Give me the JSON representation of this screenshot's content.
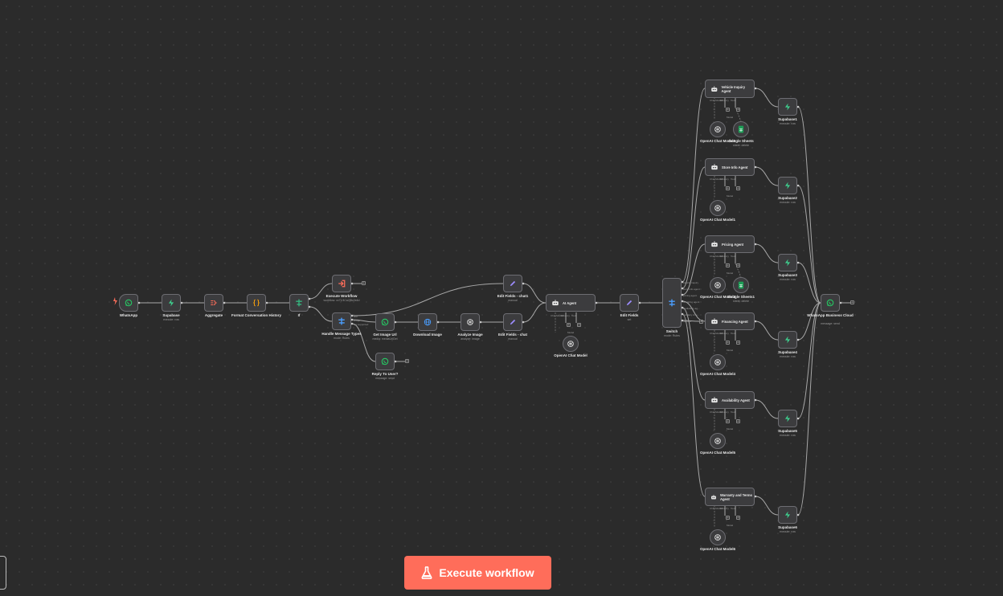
{
  "colors": {
    "background": "#2b2b2b",
    "node_fill": "#3c3c3e",
    "node_border": "#6d6d72",
    "connection": "#a8a8a8",
    "dashed_connection": "#7a7a7a",
    "execute_button": "#ff6d5a",
    "whatsapp_green": "#25d366",
    "supabase_green": "#3ecf8e",
    "aggregate_orange": "#ff6d5a",
    "code_orange": "#f59e0b",
    "switch_green": "#35b37e",
    "switch_blue": "#4a9eff",
    "edit_purple": "#9d8cff",
    "sheets_green": "#1e9e57"
  },
  "toolbar": {
    "execute_label": "Execute workflow",
    "execute_icon": "flask-icon"
  },
  "nodes": {
    "whatsapp": {
      "label": "WhatsApp",
      "icon": "whatsapp-icon"
    },
    "supabase_main": {
      "label": "Supabase",
      "sub": "execute: row",
      "icon": "supabase-icon"
    },
    "aggregate": {
      "label": "Aggregate",
      "icon": "aggregate-icon"
    },
    "format_history": {
      "label": "Format Conversation History",
      "icon": "code-braces-icon"
    },
    "if_node": {
      "label": "If",
      "icon": "if-icon"
    },
    "execute_workflow": {
      "label": "Execute Workflow",
      "sub": "workflow: xx71/4Ca2jBc2e4d",
      "icon": "execute-arrow-icon"
    },
    "handle_message_types": {
      "label": "Handle Message Types",
      "sub": "mode: Rules",
      "icon": "switch-icon",
      "outputs": [
        "text",
        "image",
        "not supported"
      ]
    },
    "get_image_url": {
      "label": "Get Image Url",
      "sub": "media: mediaUrlGet",
      "icon": "whatsapp-icon"
    },
    "reply_to_user": {
      "label": "Reply To User?",
      "sub": "message: send",
      "icon": "whatsapp-icon"
    },
    "download_image": {
      "label": "Download Image",
      "icon": "globe-icon"
    },
    "analyze_image": {
      "label": "Analyze Image",
      "sub": "analyze: image",
      "icon": "openai-icon"
    },
    "edit_fields_1": {
      "label": "Edit Fields - chat1",
      "sub": "manual",
      "icon": "pencil-icon"
    },
    "edit_fields_2": {
      "label": "Edit Fields - chat",
      "sub": "manual",
      "icon": "pencil-icon"
    },
    "ai_agent": {
      "label": "AI Agent",
      "icon": "robot-icon",
      "ports": [
        "Chat Model*",
        "Memory",
        "Tool"
      ]
    },
    "openai_model_main": {
      "label": "OpenAI Chat Model",
      "sub": "",
      "icon": "openai-icon"
    },
    "edit_fields": {
      "label": "Edit Fields",
      "sub": "set",
      "icon": "pencil-icon"
    },
    "switch": {
      "label": "Switch",
      "sub": "mode: Rules",
      "icon": "switch-icon",
      "outputs": [
        "vehicle inquiry",
        "store info agent",
        "pricing agent",
        "financing agent",
        "availability ag...",
        "warranty & te...",
        "fallback"
      ]
    },
    "whatsapp_business": {
      "label": "WhatsApp Business Cloud",
      "sub": "message: send",
      "icon": "whatsapp-icon"
    }
  },
  "agents": [
    {
      "label": "Vehicle Inquiry Agent",
      "model": "OpenAI Chat Model2",
      "tool": "Google Sheets",
      "tool_sub": "sheet: delete",
      "supabase": "Supabase1",
      "supabase_sub": "execute: row"
    },
    {
      "label": "Store Info Agent",
      "model": "OpenAI Chat Model1",
      "supabase": "Supabase2",
      "supabase_sub": "execute: row"
    },
    {
      "label": "Pricing Agent",
      "model": "OpenAI Chat Model3",
      "tool": "Google Sheets1",
      "tool_sub": "sheet: delete",
      "supabase": "Supabase3",
      "supabase_sub": "execute: row"
    },
    {
      "label": "Financing Agent",
      "model": "OpenAI Chat Model4",
      "supabase": "Supabase4",
      "supabase_sub": "execute: row"
    },
    {
      "label": "Availability Agent",
      "model": "OpenAI Chat Model5",
      "supabase": "Supabase5",
      "supabase_sub": "execute: row"
    },
    {
      "label": "Warranty and Terms Agent",
      "model": "OpenAI Chat Model6",
      "supabase": "Supabase6",
      "supabase_sub": "execute: row"
    }
  ],
  "agent_ports": [
    "Chat Model*",
    "Memory",
    "Tool"
  ],
  "model_port": "Model"
}
